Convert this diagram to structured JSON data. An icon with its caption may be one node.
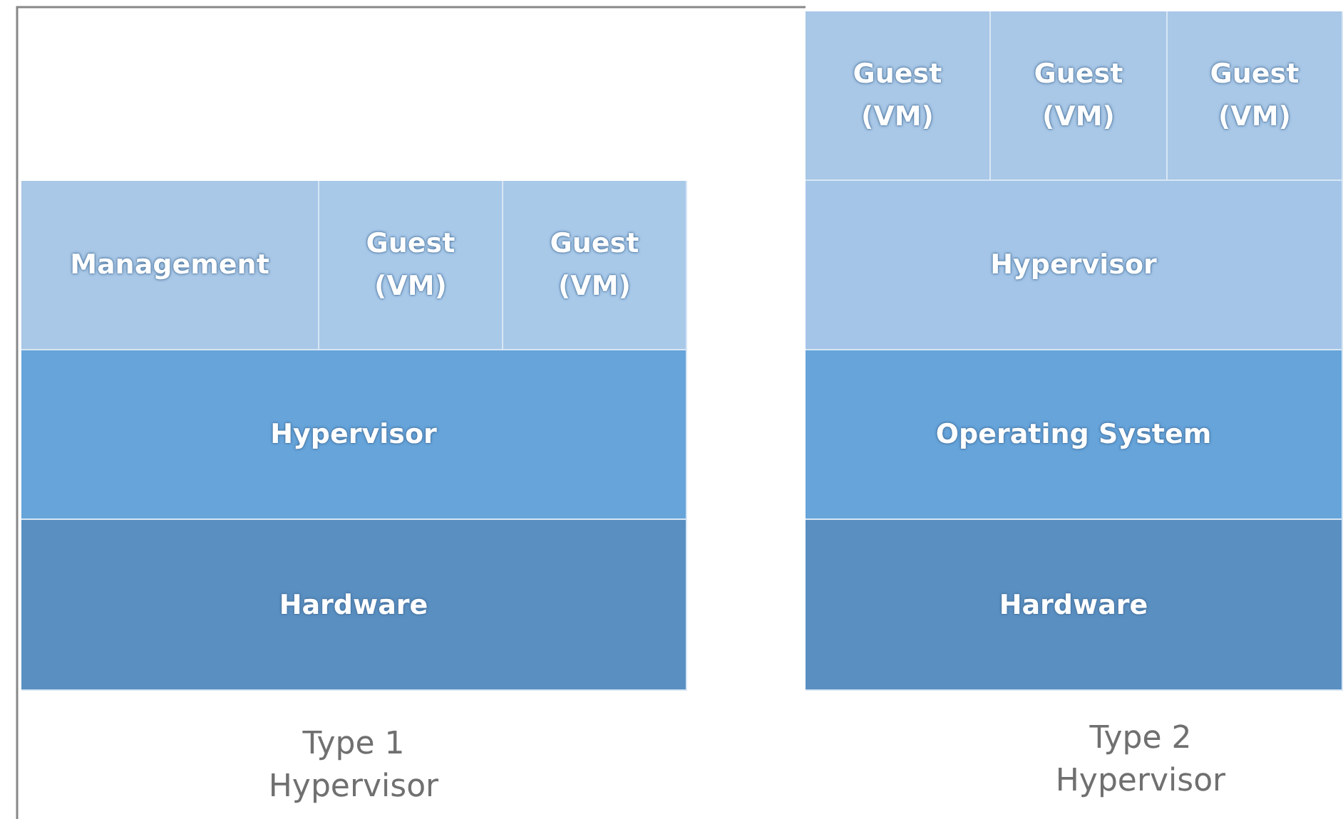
{
  "diagram": {
    "nodes": [
      {
        "text": [
          "Management"
        ]
      },
      {
        "text": [
          "Guest (VM)"
        ]
      },
      {
        "text": [
          "Guest (VM)"
        ]
      },
      {
        "text": [
          "Hypervisor"
        ]
      },
      {
        "text": [
          "Hardware"
        ]
      },
      {
        "text": [
          "Guest (VM)"
        ]
      },
      {
        "text": [
          "Guest (VM)"
        ]
      },
      {
        "text": [
          "Guest (VM)"
        ]
      },
      {
        "text": [
          "Hypervisor"
        ]
      },
      {
        "text": [
          "Operating System"
        ]
      },
      {
        "text": [
          "Hardware"
        ]
      }
    ],
    "edges": [],
    "labels": [
      "Type 1 Hypervisor",
      "Type 2 Hypervisor"
    ]
  }
}
